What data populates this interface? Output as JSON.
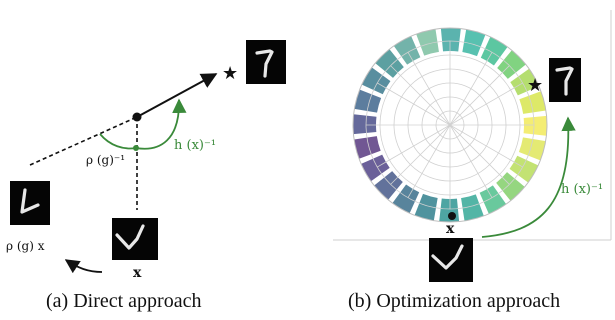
{
  "panel_a": {
    "caption": "(a) Direct approach",
    "label_rho_inverse": "ρ (g)⁻¹",
    "label_h_inverse": "h (x)⁻¹",
    "label_rho_x": "ρ (g) x",
    "label_x": "x",
    "star": "★"
  },
  "panel_b": {
    "caption": "(b) Optimization approach",
    "label_h_inverse": "h (x)⁻¹",
    "label_x": "x",
    "star": "★"
  },
  "colors": {
    "green_arrow": "#3a8a3a",
    "polar_segments": [
      "#3bb6a2",
      "#40bd90",
      "#6bcb6b",
      "#a8d856",
      "#d7e54d",
      "#f2ea5a",
      "#dfe65a",
      "#b8dd5a",
      "#83cf6a",
      "#4fbf8c",
      "#35a896",
      "#2f9593",
      "#31808d",
      "#3b6f8b",
      "#47598a",
      "#514487",
      "#583a80",
      "#4a4f8a",
      "#3f668d",
      "#3c7a8e",
      "#3f8f90",
      "#5aa69b",
      "#7bbfa0",
      "#3ea6a0"
    ]
  }
}
